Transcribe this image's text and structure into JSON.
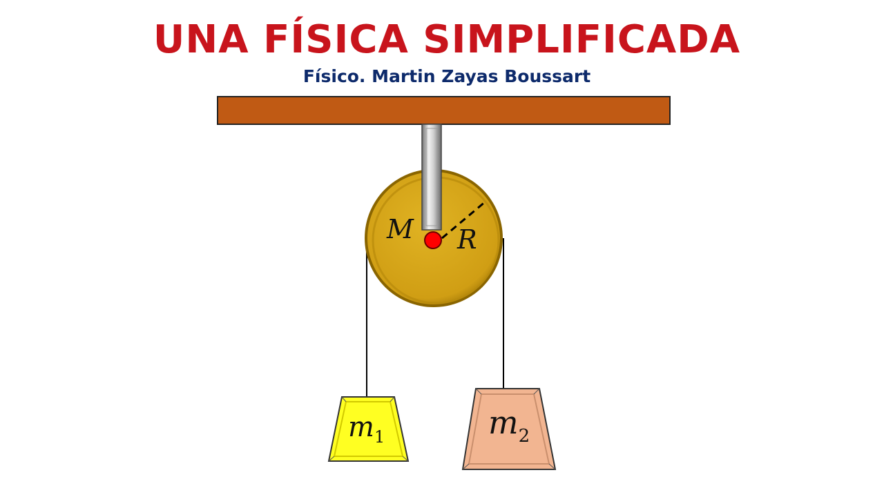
{
  "title": "UNA FÍSICA SIMPLIFICADA",
  "subtitle": "Físico. Martin Zayas Boussart",
  "diagram": {
    "pulley_mass_label": "M",
    "pulley_radius_label": "R",
    "mass1": {
      "symbol": "m",
      "subscript": "1"
    },
    "mass2": {
      "symbol": "m",
      "subscript": "2"
    }
  },
  "colors": {
    "title": "#c8141c",
    "subtitle": "#0d2a6b",
    "ceiling": "#c05a14",
    "pulley": "#d4a017",
    "pulley_rim": "#8a6500",
    "axle": "#ff0000",
    "mass1": "#ffff22",
    "mass2": "#f2b591",
    "rope": "#000000"
  }
}
